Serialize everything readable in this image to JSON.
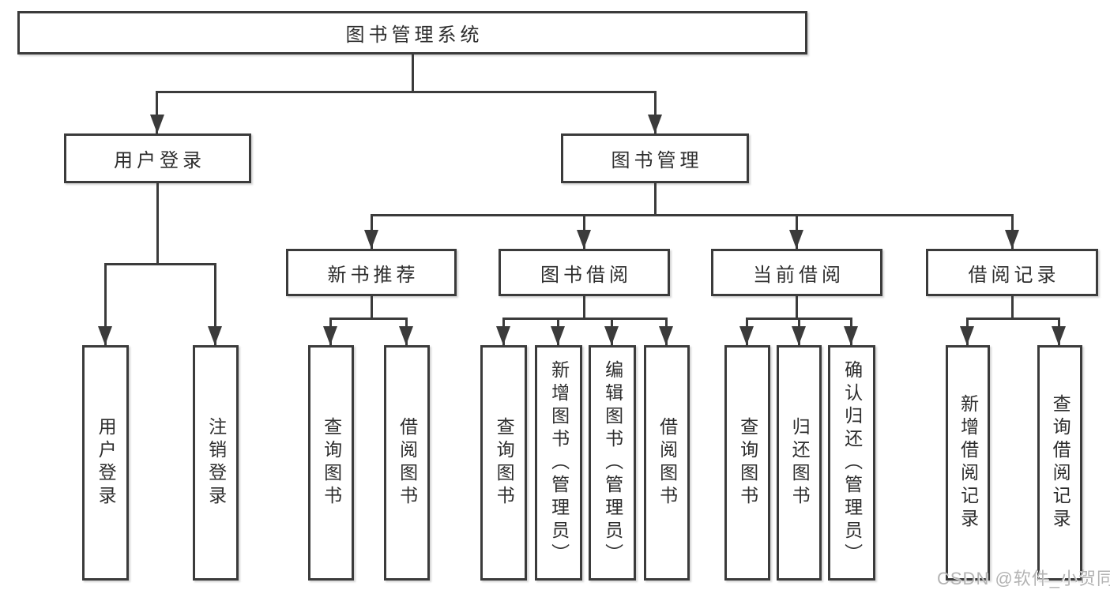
{
  "tree": {
    "root": {
      "label": "图书管理系统"
    },
    "user_login": {
      "label": "用户登录",
      "children": [
        {
          "label": "用户登录"
        },
        {
          "label": "注销登录"
        }
      ]
    },
    "book_management": {
      "label": "图书管理",
      "children": [
        {
          "label": "新书推荐",
          "children": [
            {
              "label": "查询图书"
            },
            {
              "label": "借阅图书"
            }
          ]
        },
        {
          "label": "图书借阅",
          "children": [
            {
              "label": "查询图书"
            },
            {
              "label": "新增图书（管理员）"
            },
            {
              "label": "编辑图书（管理员）"
            },
            {
              "label": "借阅图书"
            }
          ]
        },
        {
          "label": "当前借阅",
          "children": [
            {
              "label": "查询图书"
            },
            {
              "label": "归还图书"
            },
            {
              "label": "确认归还（管理员）"
            }
          ]
        },
        {
          "label": "借阅记录",
          "children": [
            {
              "label": "新增借阅记录"
            },
            {
              "label": "查询借阅记录"
            }
          ]
        }
      ]
    }
  },
  "watermark": {
    "text": "CSDN @软件_小贺同学"
  },
  "colors": {
    "line": "#3b3b3b",
    "text": "#2d2d2d",
    "background": "#ffffff",
    "watermark": "#b3b3b3"
  }
}
